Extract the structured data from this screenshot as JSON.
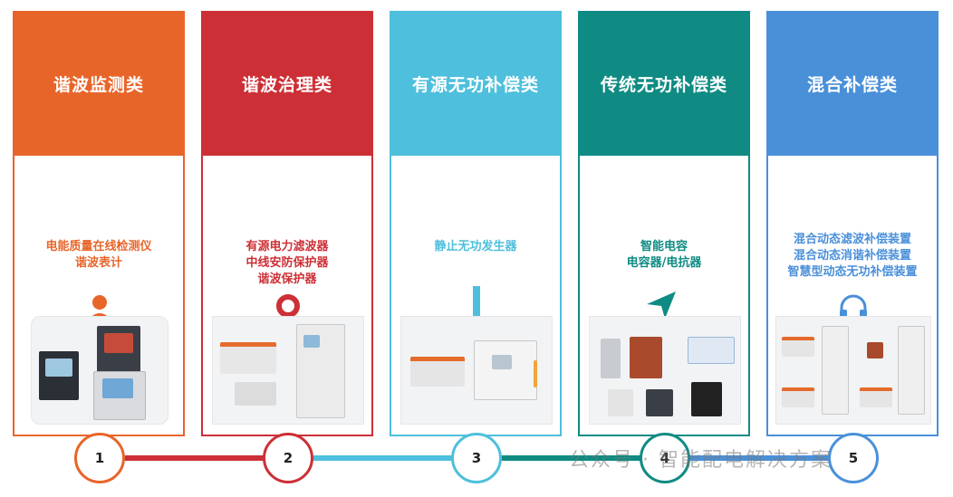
{
  "colors": {
    "orange": "#e8652a",
    "red": "#cc3036",
    "cyan": "#4ebfdc",
    "teal": "#0f8b83",
    "blue": "#4a90d9"
  },
  "cards": [
    {
      "title": "谐波监测类",
      "lines": [
        "电能质量在线检测仪",
        "谐波表计"
      ],
      "icon": "person-icon",
      "step": "1"
    },
    {
      "title": "谐波治理类",
      "lines": [
        "有源电力滤波器",
        "中线安防保护器",
        "谐波保护器"
      ],
      "icon": "ring-icon",
      "step": "2"
    },
    {
      "title": "有源无功补偿类",
      "lines": [
        "静止无功发生器"
      ],
      "icon": "bar-icon",
      "step": "3"
    },
    {
      "title": "传统无功补偿类",
      "lines": [
        "智能电容",
        "电容器/电抗器"
      ],
      "icon": "paper-plane-icon",
      "step": "4"
    },
    {
      "title": "混合补偿类",
      "lines": [
        "混合动态滤波补偿装置",
        "混合动态消谐补偿装置",
        "智慧型动态无功补偿装置"
      ],
      "icon": "headphones-icon",
      "step": "5"
    }
  ],
  "watermark": "公众号 · 智能配电解决方案"
}
